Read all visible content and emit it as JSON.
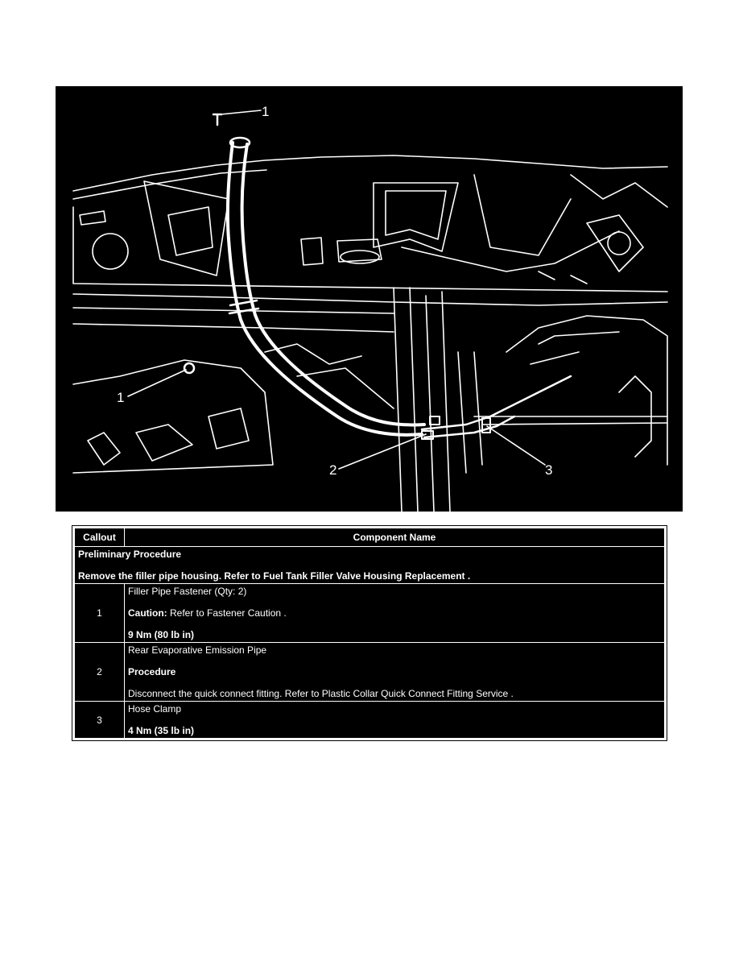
{
  "figure": {
    "callouts": [
      "1",
      "1",
      "2",
      "3"
    ],
    "colors": {
      "background": "#000000",
      "linework": "#ffffff"
    }
  },
  "table": {
    "headers": {
      "callout": "Callout",
      "component": "Component Name"
    },
    "preliminary": {
      "heading": "Preliminary Procedure",
      "instruction": "Remove the filler pipe housing. Refer to Fuel Tank Filler Valve Housing Replacement ."
    },
    "rows": [
      {
        "callout": "1",
        "name": "Filler Pipe Fastener (Qty: 2)",
        "caution_label": "Caution:",
        "caution_text": " Refer to Fastener Caution .",
        "torque": "9 Nm (80 lb in)"
      },
      {
        "callout": "2",
        "name": "Rear Evaporative Emission Pipe",
        "procedure_label": "Procedure",
        "procedure_text": "Disconnect the quick connect fitting. Refer to Plastic Collar Quick Connect Fitting Service ."
      },
      {
        "callout": "3",
        "name": "Hose Clamp",
        "torque": "4 Nm (35 lb in)"
      }
    ]
  }
}
